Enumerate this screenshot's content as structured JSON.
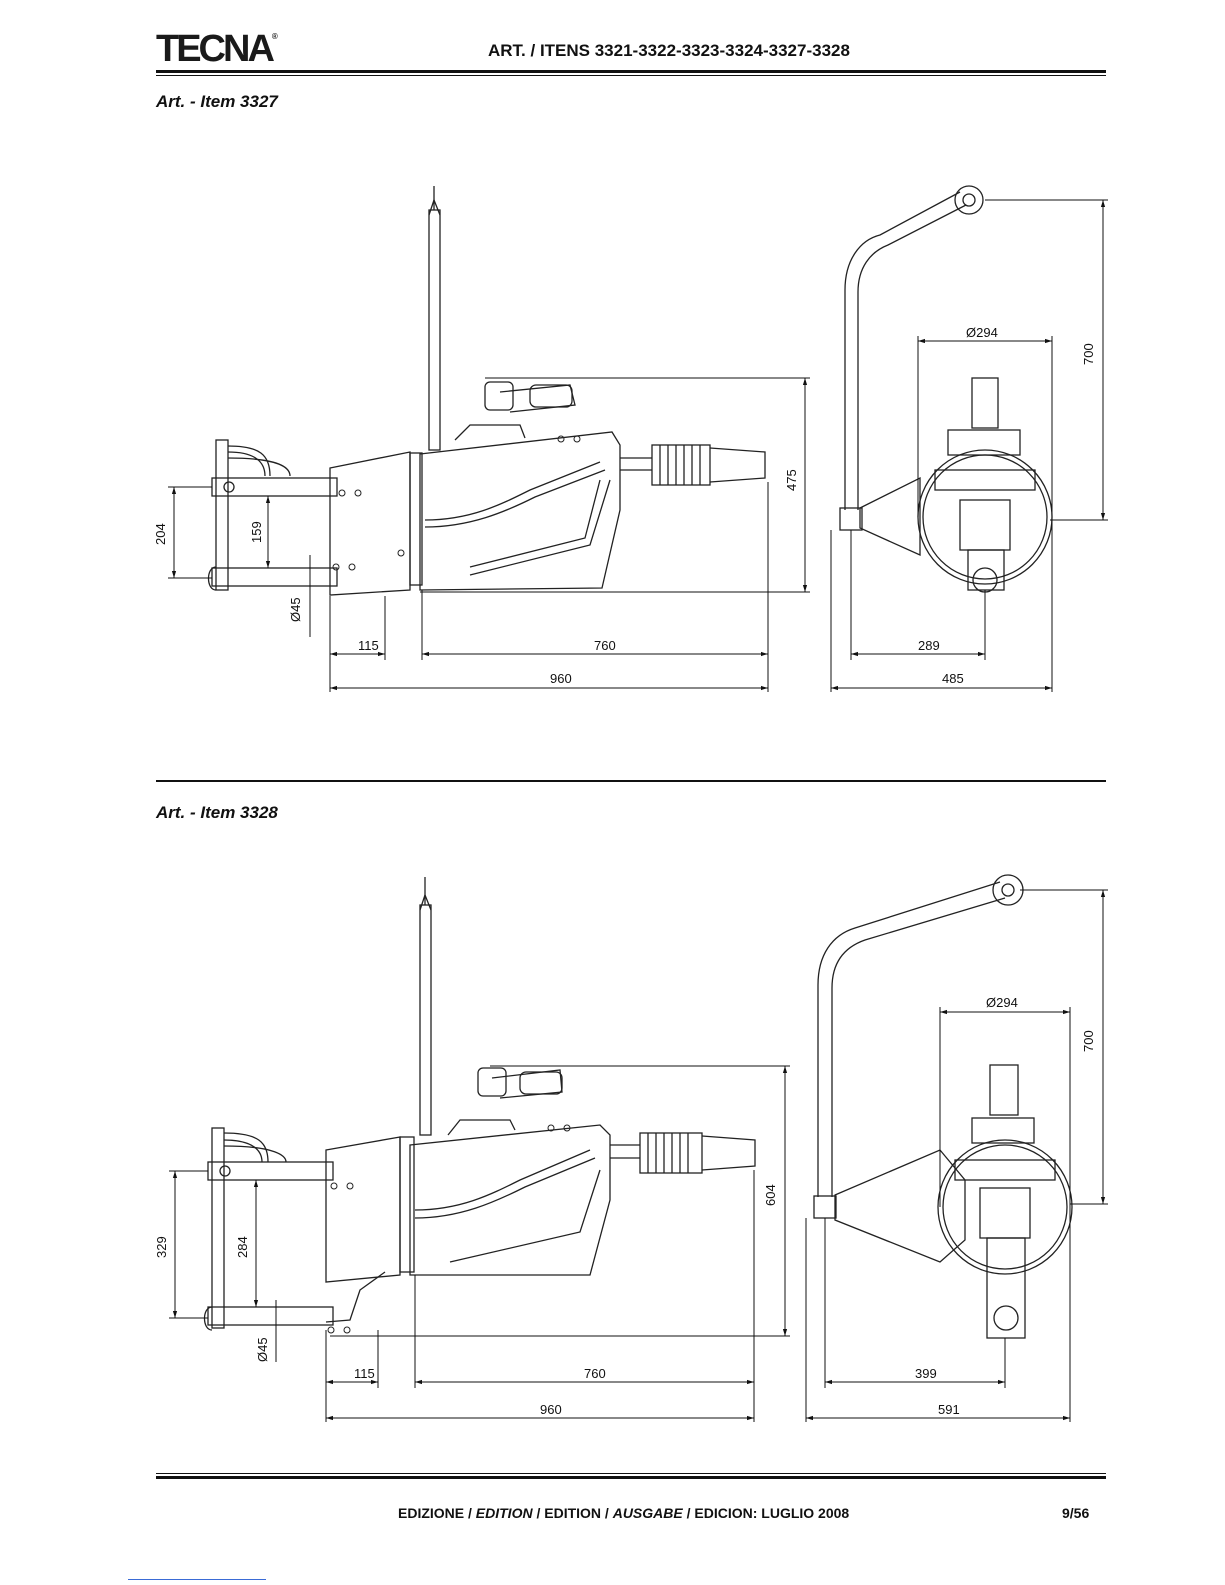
{
  "header": {
    "logo": "TECNA",
    "logo_mark": "®",
    "title": "ART. / ITENS 3321-3322-3323-3324-3327-3328"
  },
  "sections": [
    {
      "title": "Art. - Item 3327",
      "side_view": {
        "height_total": "204",
        "height_inner": "159",
        "diameter": "Ø45",
        "overall_height": "475",
        "length_a": "115",
        "length_b": "760",
        "length_total": "960"
      },
      "rear_view": {
        "diameter": "Ø294",
        "arm_height": "700",
        "width_a": "289",
        "width_total": "485"
      }
    },
    {
      "title": "Art. - Item 3328",
      "side_view": {
        "height_total": "329",
        "height_inner": "284",
        "diameter": "Ø45",
        "overall_height": "604",
        "length_a": "115",
        "length_b": "760",
        "length_total": "960"
      },
      "rear_view": {
        "diameter": "Ø294",
        "arm_height": "700",
        "width_a": "399",
        "width_total": "591"
      }
    }
  ],
  "footer": {
    "part1": "EDIZIONE / ",
    "part2": "EDITION",
    "part3": " / EDITION / ",
    "part4": "AUSGABE",
    "part5": " / EDICION: LUGLIO 2008",
    "page": "9/56"
  }
}
